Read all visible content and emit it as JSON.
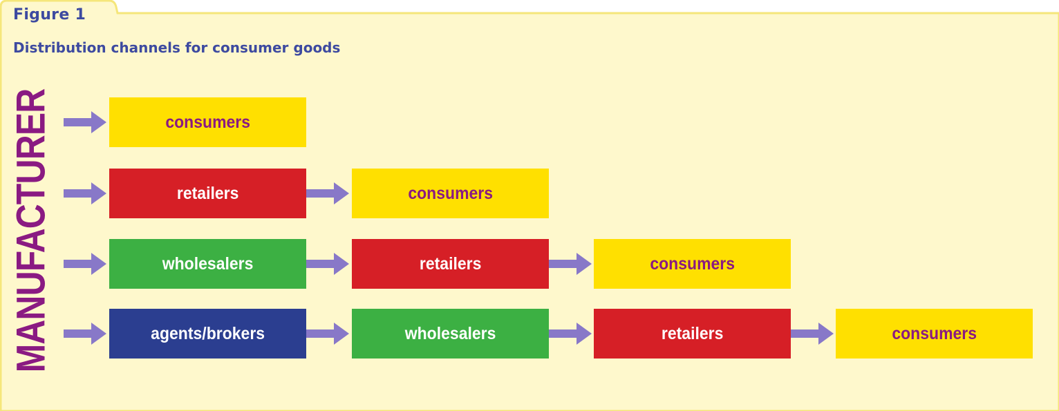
{
  "figure": {
    "label": "Figure 1",
    "title": "Distribution channels for consumer goods"
  },
  "source_label": "MANUFACTURER",
  "colors": {
    "panel_bg": "#fef8cc",
    "panel_border": "#f5e67a",
    "heading": "#3d4aa0",
    "source_text": "#8a1a82",
    "arrow": "#8878c8",
    "consumers_bg": "#ffe000",
    "consumers_text": "#8a1a82",
    "retailers_bg": "#d61f26",
    "wholesalers_bg": "#3cb043",
    "agents_bg": "#2b3e90",
    "light_text": "#ffffff"
  },
  "channels": [
    {
      "steps": [
        "consumers"
      ]
    },
    {
      "steps": [
        "retailers",
        "consumers"
      ]
    },
    {
      "steps": [
        "wholesalers",
        "retailers",
        "consumers"
      ]
    },
    {
      "steps": [
        "agents/brokers",
        "wholesalers",
        "retailers",
        "consumers"
      ]
    }
  ]
}
